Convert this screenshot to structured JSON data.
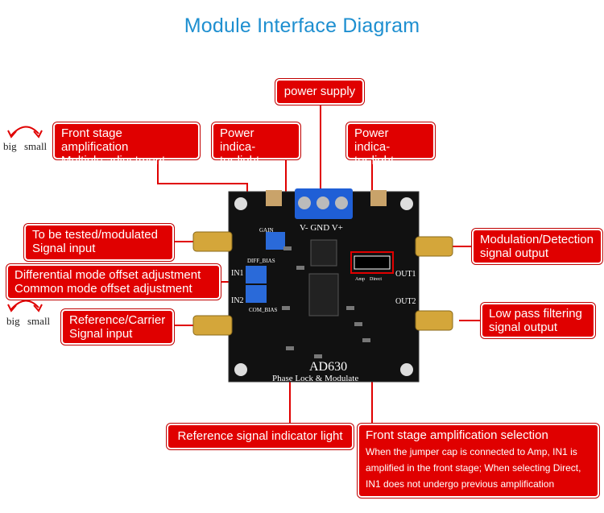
{
  "title": "Module Interface Diagram",
  "rotation_labels": {
    "big": "big",
    "small": "small"
  },
  "labels": {
    "power_supply": "power supply",
    "front_amp_line1": "Front stage amplification",
    "front_amp_line2": "Multiple adjustment",
    "power_ind_1_line1": "Power indica-",
    "power_ind_1_line2": "tor light",
    "power_ind_2_line1": "Power indica-",
    "power_ind_2_line2": "tor light",
    "tested_line1": "To be tested/modulated",
    "tested_line2": "Signal input",
    "offset_line1": "Differential mode offset adjustment",
    "offset_line2": "Common mode offset adjustment",
    "reference_line1": "Reference/Carrier",
    "reference_line2": "Signal input",
    "mod_out_line1": "Modulation/Detection",
    "mod_out_line2": "signal output",
    "lowpass_line1": "Low pass filtering",
    "lowpass_line2": "signal output",
    "ref_indicator": "Reference signal indicator light",
    "front_select_title": "Front stage amplification selection",
    "front_select_desc1": "When the jumper cap is connected to Amp, IN1 is",
    "front_select_desc2": "amplified in the front stage; When selecting Direct,",
    "front_select_desc3": "IN1 does not undergo previous amplification"
  },
  "board": {
    "chip": "AD630",
    "subtitle": "Phase Lock & Modulate",
    "power_pins": "V-  GND  V+",
    "out1": "OUT1",
    "out2": "OUT2",
    "in1": "IN1",
    "in2": "IN2",
    "gain": "GAIN",
    "diff_bias": "DIFF_BIAS",
    "com_bias": "COM_BIAS",
    "amp": "Amp",
    "direct": "Direct"
  },
  "colors": {
    "accent": "#e00000",
    "title": "#1e8fd0",
    "board": "#111111"
  }
}
